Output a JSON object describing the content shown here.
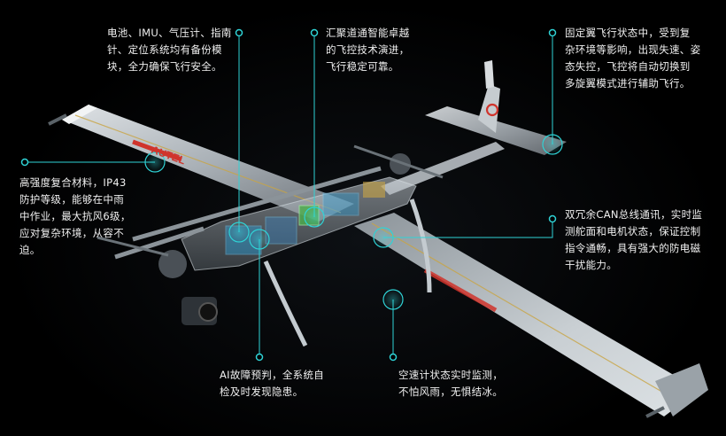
{
  "callouts": {
    "backup": "电池、IMU、气压计、指南\n针、定位系统均有备份模\n块，全力确保飞行安全。",
    "flight_control": "汇聚道通智能卓越\n的飞控技术演进，\n飞行稳定可靠。",
    "fixed_wing": "固定翼飞行状态中，受到复\n杂环境等影响，出现失速、姿\n态失控，飞控将自动切换到\n多旋翼模式进行辅助飞行。",
    "material": "高强度复合材料，IP43\n防护等级，能够在中雨\n中作业，最大抗风6级，\n应对复杂环境，从容不\n迫。",
    "can_bus": "双冗余CAN总线通讯，实时监\n测舵面和电机状态，保证控制\n指令通畅，具有强大的防电磁\n干扰能力。",
    "ai_fault": "AI故障预判，全系统自\n检及时发现隐患。",
    "airspeed": "空速计状态实时监测，\n不怕风雨，无惧结冰。"
  },
  "brand": {
    "wing_logo": "AUTEL"
  },
  "colors": {
    "background": "#000000",
    "accent": "#2fd3d6",
    "text": "#f0f0f0",
    "brand_red": "#d0342c"
  }
}
